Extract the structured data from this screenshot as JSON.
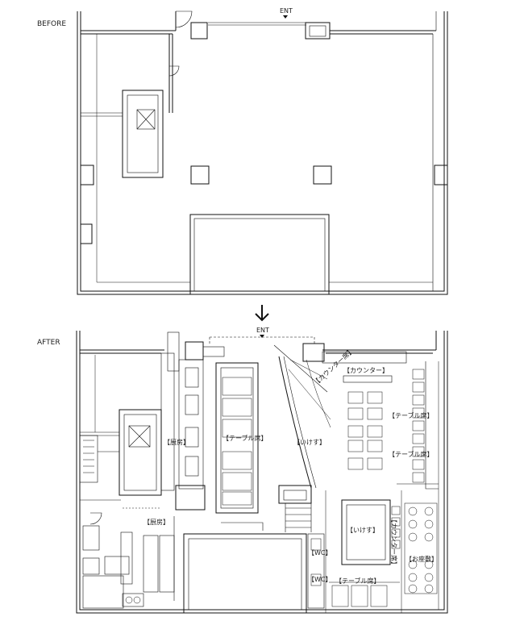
{
  "labels": {
    "before": "BEFORE",
    "after": "AFTER",
    "ent_before": "ENT",
    "ent_after": "ENT"
  },
  "rooms": {
    "kitchen_upper": "【厨房】",
    "kitchen_lower": "【厨房】",
    "table_left": "【テーブル席】",
    "ikesu_center": "【いけす】",
    "counter_diag": "【カウンター席】",
    "counter_top": "【カウンター】",
    "table_right_1": "【テーブル席】",
    "table_right_2": "【テーブル席】",
    "ikesu_lower": "【いけす】",
    "counter_lower": "【カウンター席】",
    "ozashiki": "【お座敷】",
    "wc_1": "【WC】",
    "wc_2": "【WC】",
    "table_bottom": "【テーブル席】"
  },
  "icons": {
    "arrow": "down-arrow-icon"
  }
}
